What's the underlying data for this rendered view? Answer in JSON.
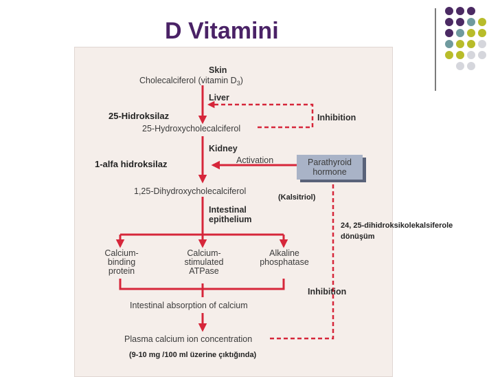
{
  "title": "D Vitamini",
  "decor_colors": {
    "purple": "#4b2a63",
    "teal": "#6f9a9e",
    "olive": "#b8bc2a",
    "gray": "#d5d6dc",
    "red": "#d6263a",
    "panel": "#f5eeea",
    "pth_box": "#a9b3c7"
  },
  "diagram": {
    "skin": "Skin",
    "cholecalciferol": "Cholecalciferol (vitamin D",
    "cholecalciferol_sub": "3",
    "cholecalciferol_end": ")",
    "liver": "Liver",
    "inhibition_top": "Inhibition",
    "hydroxy25": "25-Hydroxycholecalciferol",
    "kidney": "Kidney",
    "activation": "Activation",
    "pth_line1": "Parathyroid",
    "pth_line2": "hormone",
    "dihydroxy": "1,25-Dihydroxycholecalciferol",
    "intestinal_line1": "Intestinal",
    "intestinal_line2": "epithelium",
    "cbp": [
      "Calcium-",
      "binding",
      "protein"
    ],
    "csa": [
      "Calcium-",
      "stimulated",
      "ATPase"
    ],
    "alk": [
      "Alkaline",
      "phosphatase"
    ],
    "inhibition_bottom": "Inhibition",
    "absorption": "Intestinal absorption of calcium",
    "plasma": "Plasma calcium ion concentration"
  },
  "annotations": {
    "hidroksilaz25": "25-Hidroksilaz",
    "alfa_hidroksilaz": "1-alfa hidroksilaz",
    "kalsitriol": "(Kalsitriol)",
    "dihidroksi_line1": "24, 25-dihidroksikolekalsiferole",
    "dihidroksi_line2": "dönüşüm",
    "plasma_note": "(9-10 mg /100 ml üzerine çıktığında)"
  }
}
